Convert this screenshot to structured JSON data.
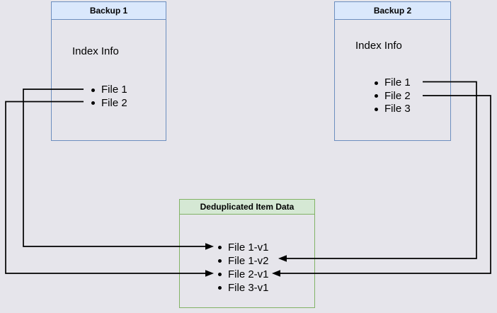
{
  "colors": {
    "background": "#e6e5eb",
    "box_blue_border": "#6c8ebf",
    "box_blue_header": "#dae8fc",
    "box_green_border": "#82b366",
    "box_green_header": "#d5e8d4",
    "line": "#000000",
    "text": "#000000"
  },
  "backup1": {
    "title": "Backup 1",
    "index_label": "Index Info",
    "files": [
      "File 1",
      "File 2"
    ]
  },
  "backup2": {
    "title": "Backup 2",
    "index_label": "Index Info",
    "files": [
      "File 1",
      "File 2",
      "File 3"
    ]
  },
  "dedup": {
    "title": "Deduplicated Item Data",
    "items": [
      "File 1-v1",
      "File 1-v2",
      "File 2-v1",
      "File 3-v1"
    ]
  },
  "connections": [
    {
      "from": "Backup 1 / File 1",
      "to": "File 1-v1"
    },
    {
      "from": "Backup 1 / File 2",
      "to": "File 2-v1"
    },
    {
      "from": "Backup 2 / File 1",
      "to": "File 1-v2"
    },
    {
      "from": "Backup 2 / File 2",
      "to": "File 2-v1"
    }
  ]
}
